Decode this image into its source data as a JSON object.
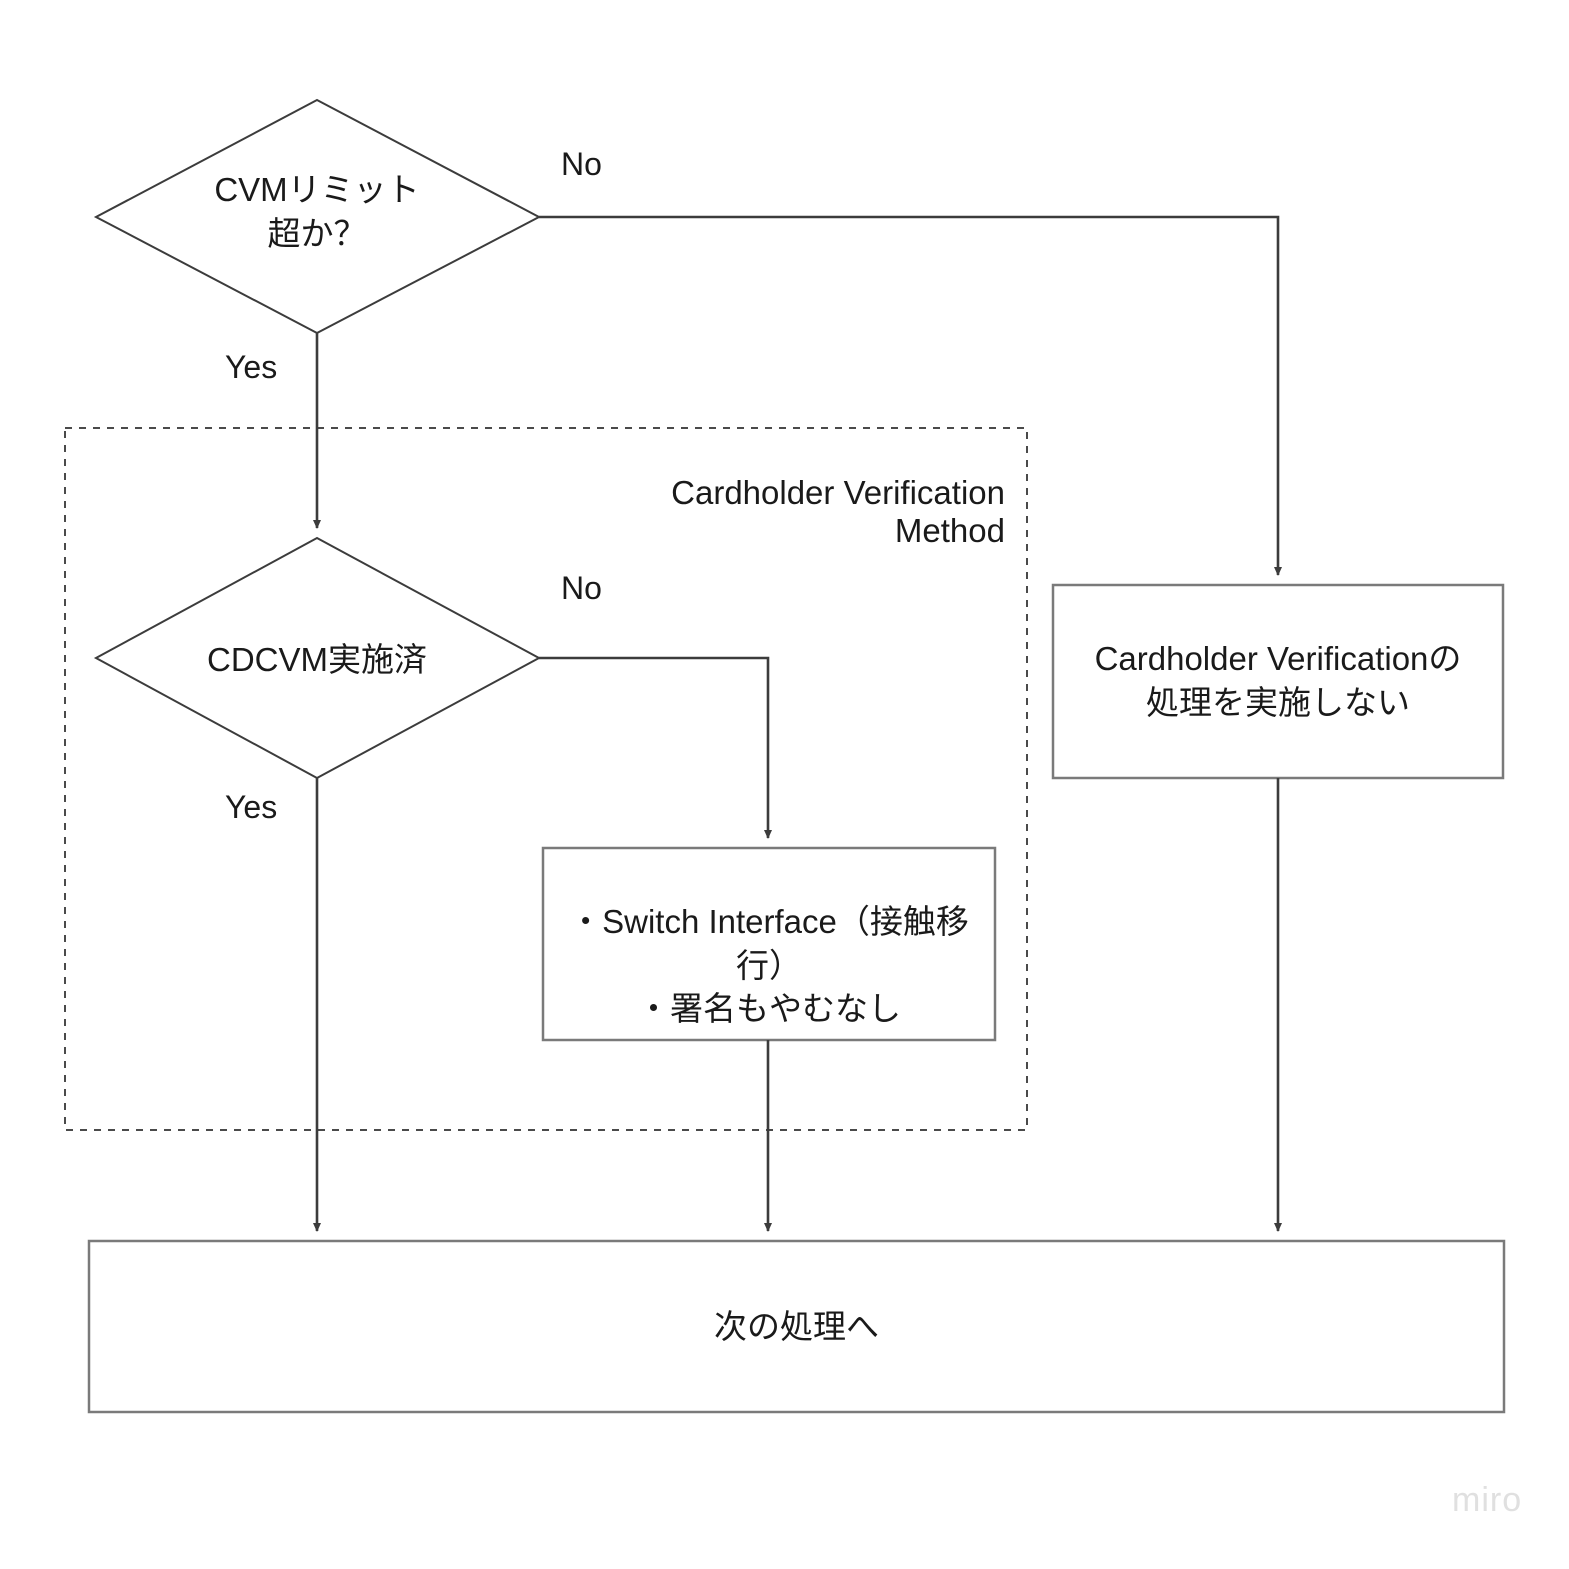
{
  "diagram": {
    "type": "flowchart",
    "background_color": "#ffffff",
    "line_color": "#3c3c3c",
    "box_border_color": "#7a7a7a"
  },
  "nodes": {
    "decision_cvm_limit": {
      "shape": "diamond",
      "text": "CVMリミット\n超か？"
    },
    "decision_cdcvm": {
      "shape": "diamond",
      "text": "CDCVM実施済"
    },
    "process_switch_interface": {
      "shape": "rectangle",
      "text": "・Switch Interface（接触移行）\n・署名もやむなし"
    },
    "process_no_verification": {
      "shape": "rectangle",
      "text": "Cardholder Verificationの\n処理を実施しない"
    },
    "terminal_next": {
      "shape": "rectangle",
      "text": "次の処理へ"
    }
  },
  "group": {
    "title": "Cardholder Verification Method",
    "style": "dashed"
  },
  "edge_labels": {
    "cvm_limit_no": "No",
    "cvm_limit_yes": "Yes",
    "cdcvm_no": "No",
    "cdcvm_yes": "Yes"
  },
  "watermark": {
    "text": "miro",
    "color": "#e0e0e0"
  }
}
